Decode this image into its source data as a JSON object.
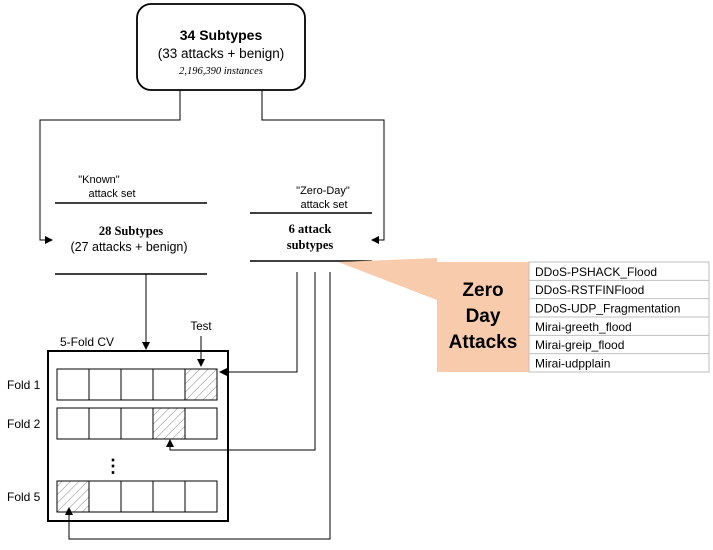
{
  "root": {
    "title": "34 Subtypes",
    "subtitle": "(33 attacks + benign)",
    "instances": "2,196,390 instances"
  },
  "known": {
    "label_line1": "\"Known\"",
    "label_line2": "attack set",
    "title": "28 Subtypes",
    "subtitle": "(27 attacks + benign)"
  },
  "zero_day": {
    "label_line1": "\"Zero-Day\"",
    "label_line2": "attack set",
    "title_line1": "6 attack",
    "title_line2": "subtypes"
  },
  "callout": {
    "line1": "Zero",
    "line2": "Day",
    "line3": "Attacks",
    "fill": "#f8cbad",
    "attacks": [
      "DDoS-PSHACK_Flood",
      "DDoS-RSTFINFlood",
      "DDoS-UDP_Fragmentation",
      "Mirai-greeth_flood",
      "Mirai-greip_flood",
      "Mirai-udpplain"
    ]
  },
  "cv": {
    "title": "5-Fold CV",
    "test_label": "Test",
    "ellipsis": "⋮",
    "folds": [
      {
        "label": "Fold 1",
        "test_index": 4
      },
      {
        "label": "Fold 2",
        "test_index": 3
      },
      {
        "label": "Fold 5",
        "test_index": 0
      }
    ]
  }
}
